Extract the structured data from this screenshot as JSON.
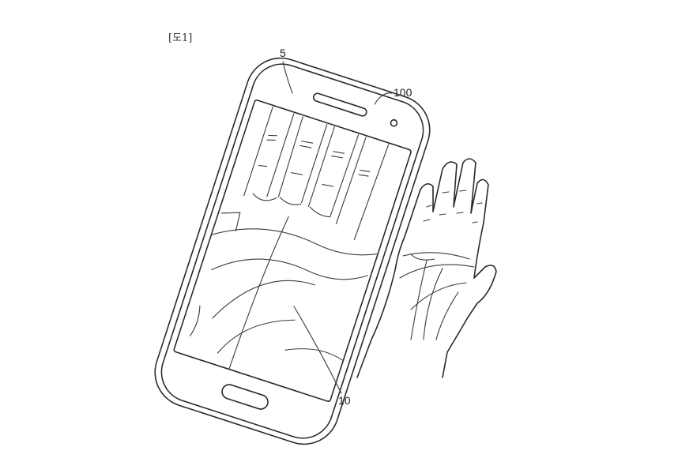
{
  "figure": {
    "title": "[도1]",
    "labels": {
      "screen_ref": "5",
      "device_ref": "100",
      "palm_image_ref": "10"
    }
  }
}
